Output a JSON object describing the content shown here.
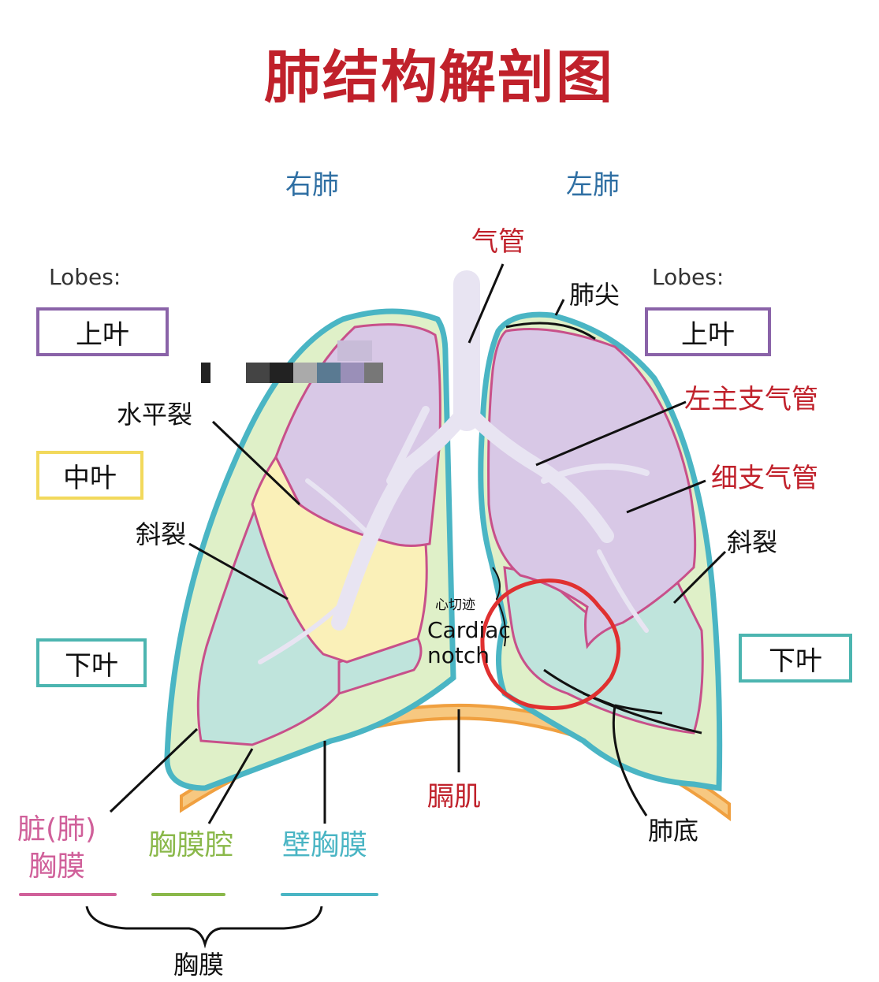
{
  "title": "肺结构解剖图",
  "sides": {
    "right": "右肺",
    "left": "左肺"
  },
  "lobes_heading": "Lobes:",
  "right_lobes": {
    "upper": "上叶",
    "middle": "中叶",
    "lower": "下叶"
  },
  "left_lobes": {
    "upper": "上叶",
    "lower": "下叶"
  },
  "labels": {
    "horizontal_fissure": "水平裂",
    "oblique_fissure_right": "斜裂",
    "oblique_fissure_left": "斜裂",
    "trachea": "气管",
    "apex": "肺尖",
    "left_main_bronchus": "左主支气管",
    "bronchiole": "细支气管",
    "cardiac_notch_cn": "心切迹",
    "cardiac_notch_en_1": "Cardiac",
    "cardiac_notch_en_2": "notch",
    "diaphragm": "膈肌",
    "base": "肺底",
    "visceral_pleura_1": "脏(肺)",
    "visceral_pleura_2": "胸膜",
    "pleural_cavity": "胸膜腔",
    "parietal_pleura": "壁胸膜",
    "pleura": "胸膜"
  },
  "colors": {
    "title": "#c0212b",
    "upper_lobe": "#8a63a8",
    "middle_lobe": "#f2d95c",
    "lower_lobe": "#4cb5b0",
    "parietal_pleura": "#4ab5c4",
    "pleural_cavity": "#dff0c8",
    "visceral_pleura": "#d0609a",
    "diaphragm": "#f0a040",
    "annotation_circle": "#e03030"
  }
}
